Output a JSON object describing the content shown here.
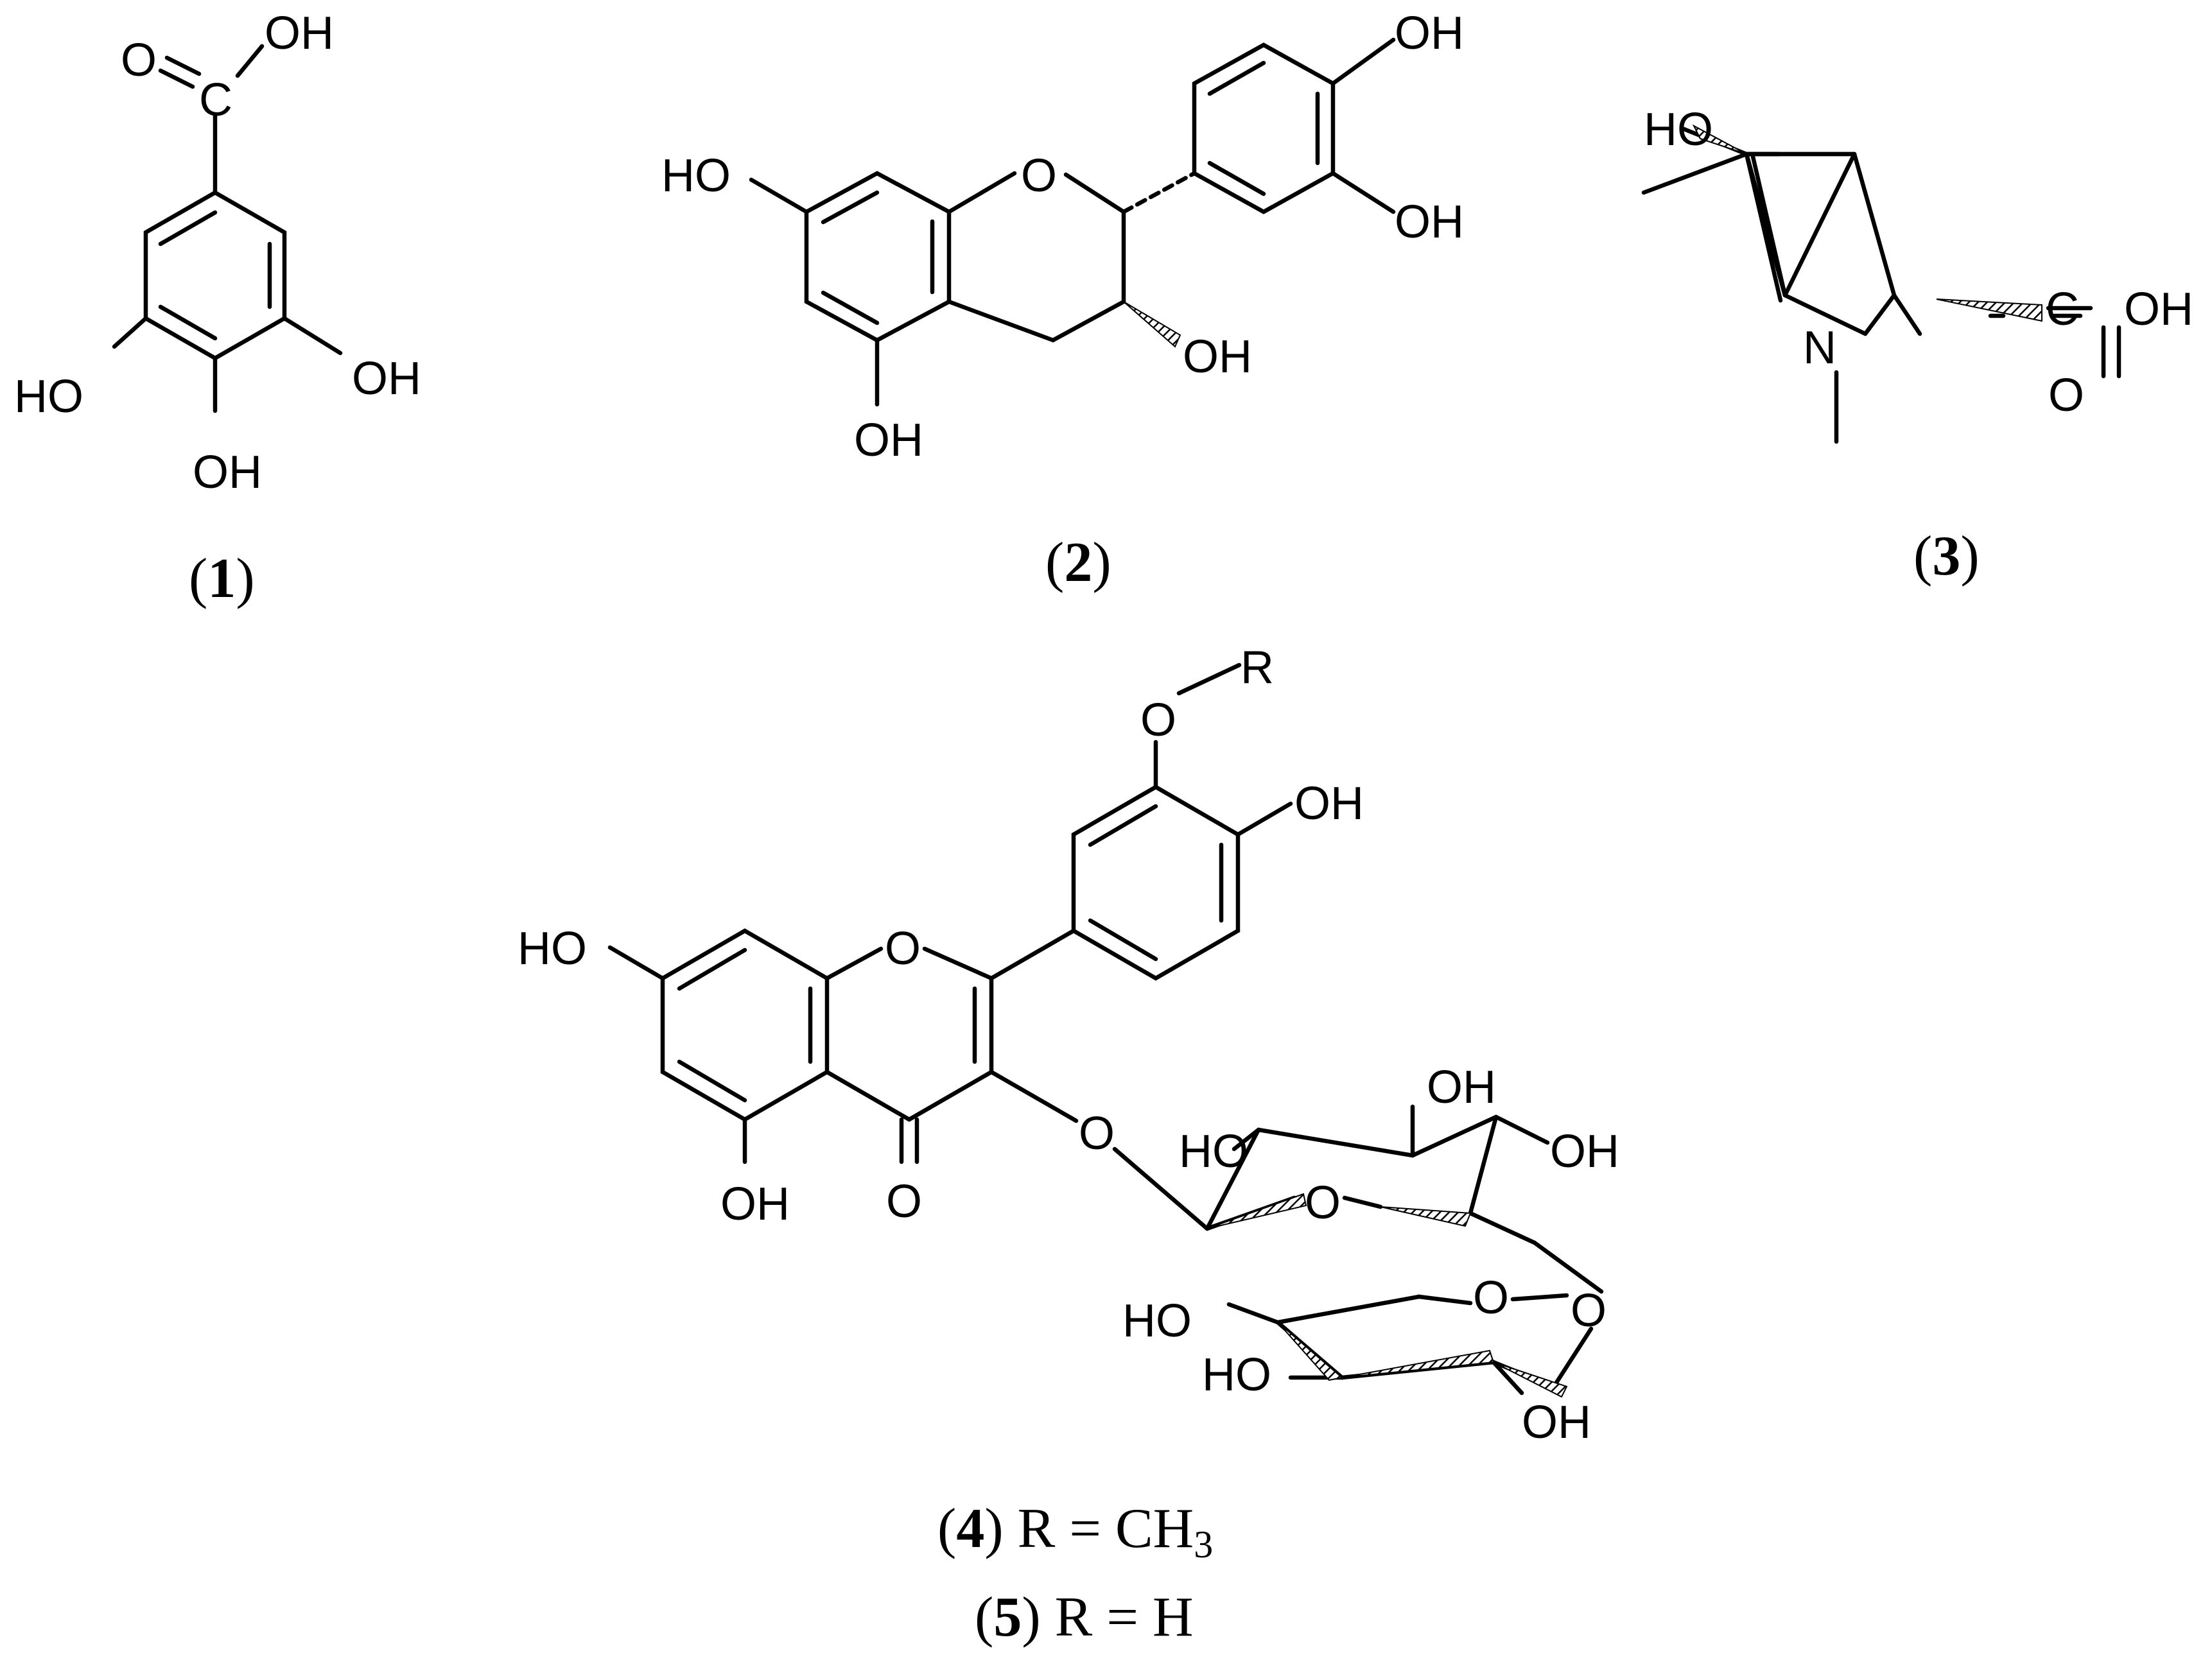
{
  "compounds": [
    {
      "number": "1",
      "caption": [
        "(",
        "1",
        ")"
      ],
      "atoms": {
        "carbonyl_O": "O",
        "carbon": "C",
        "acid_OH": "OH",
        "oh_left": "HO",
        "oh_right": "OH",
        "oh_bottom": "OH"
      }
    },
    {
      "number": "2",
      "caption": [
        "(",
        "2",
        ")"
      ],
      "atoms": {
        "oh_7": "HO",
        "ring_O": "O",
        "oh_3p": "OH",
        "oh_4p": "OH",
        "oh_3": "OH",
        "oh_5": "OH"
      }
    },
    {
      "number": "3",
      "caption": [
        "(",
        "3",
        ")"
      ],
      "atoms": {
        "oh_4": "HO",
        "nitrogen": "N",
        "carbon": "C",
        "acid_OH": "OH",
        "carbonyl_O": "O"
      }
    },
    {
      "numbers": [
        "4",
        "5"
      ],
      "captions": [
        {
          "open": "(",
          "num": "4",
          "close": ")",
          "text": " R = CH",
          "sub": "3"
        },
        {
          "open": "(",
          "num": "5",
          "close": ")",
          "text": " R = H",
          "sub": ""
        }
      ],
      "atoms": {
        "r_group": "R",
        "o_3p": "O",
        "oh_4p": "OH",
        "oh_7": "HO",
        "ring_O": "O",
        "oh_5": "OH",
        "keto_O": "O",
        "glyco_O": "O",
        "glc_oh2": "HO",
        "glc_oh3": "OH",
        "glc_oh4": "OH",
        "glc_ring_O": "O",
        "link_O": "O",
        "rha_ring_O": "O",
        "rha_oh4": "HO",
        "rha_oh3": "HO",
        "rha_oh2": "OH"
      }
    }
  ]
}
